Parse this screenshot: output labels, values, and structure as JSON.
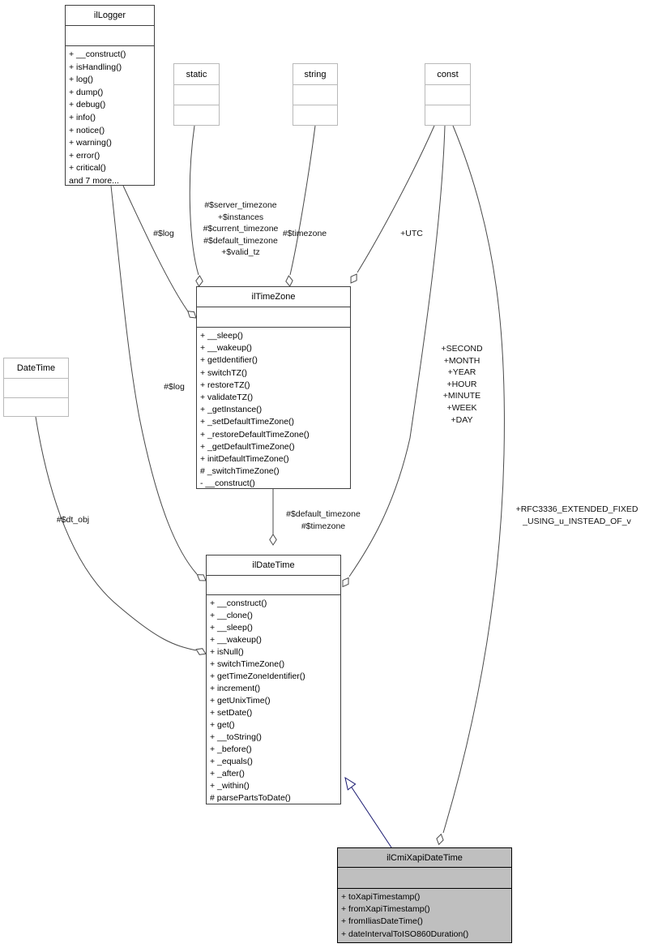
{
  "diagram": {
    "title": "ilCmiXapiDateTime collaboration diagram",
    "colors": {
      "background": "#ffffff",
      "class_border": "#404040",
      "external_class_border": "#b9b9b9",
      "edge_line": "#4a4a4a",
      "inheritance_line": "#191970",
      "current_class_fill": "#bfbfbf"
    },
    "classes": {
      "illogger": {
        "name": "ilLogger",
        "members": [
          "+ __construct()",
          "+ isHandling()",
          "+ log()",
          "+ dump()",
          "+ debug()",
          "+ info()",
          "+ notice()",
          "+ warning()",
          "+ error()",
          "+ critical()",
          "and 7 more..."
        ]
      },
      "static": {
        "name": "static"
      },
      "string": {
        "name": "string"
      },
      "const": {
        "name": "const"
      },
      "datetime": {
        "name": "DateTime"
      },
      "iltimezone": {
        "name": "ilTimeZone",
        "members": [
          "+ __sleep()",
          "+ __wakeup()",
          "+ getIdentifier()",
          "+ switchTZ()",
          "+ restoreTZ()",
          "+ validateTZ()",
          "+ _getInstance()",
          "+ _setDefaultTimeZone()",
          "+ _restoreDefaultTimeZone()",
          "+ _getDefaultTimeZone()",
          "+ initDefaultTimeZone()",
          "# _switchTimeZone()",
          "- __construct()"
        ]
      },
      "ildatetime": {
        "name": "ilDateTime",
        "members": [
          "+ __construct()",
          "+ __clone()",
          "+ __sleep()",
          "+ __wakeup()",
          "+ isNull()",
          "+ switchTimeZone()",
          "+ getTimeZoneIdentifier()",
          "+ increment()",
          "+ getUnixTime()",
          "+ setDate()",
          "+ get()",
          "+ __toString()",
          "+ _before()",
          "+ _equals()",
          "+ _after()",
          "+ _within()",
          "# parsePartsToDate()"
        ]
      },
      "ilcmixapidatetime": {
        "name": "ilCmiXapiDateTime",
        "members": [
          "+ toXapiTimestamp()",
          "+ fromXapiTimestamp()",
          "+ fromIliasDateTime()",
          "+ dateIntervalToISO860Duration()"
        ]
      }
    },
    "edges": {
      "illogger_iltimezone": {
        "label": "#$log"
      },
      "illogger_ildatetime": {
        "label": "#$log"
      },
      "static_iltimezone": {
        "label_lines": [
          "#$server_timezone",
          "+$instances",
          "#$current_timezone",
          "#$default_timezone",
          "+$valid_tz"
        ]
      },
      "string_iltimezone": {
        "label": "#$timezone"
      },
      "const_iltimezone": {
        "label": "+UTC"
      },
      "const_ildatetime": {
        "label_lines": [
          "+SECOND",
          "+MONTH",
          "+YEAR",
          "+HOUR",
          "+MINUTE",
          "+WEEK",
          "+DAY"
        ]
      },
      "datetime_ildatetime": {
        "label": "#$dt_obj"
      },
      "iltimezone_ildatetime": {
        "label_lines": [
          "#$default_timezone",
          "#$timezone"
        ]
      },
      "const_ilcmixapidatetime": {
        "label_lines": [
          "+RFC3336_EXTENDED_FIXED",
          "_USING_u_INSTEAD_OF_v"
        ]
      },
      "ilcmixapidatetime_ildatetime": {
        "type": "inheritance"
      }
    }
  }
}
